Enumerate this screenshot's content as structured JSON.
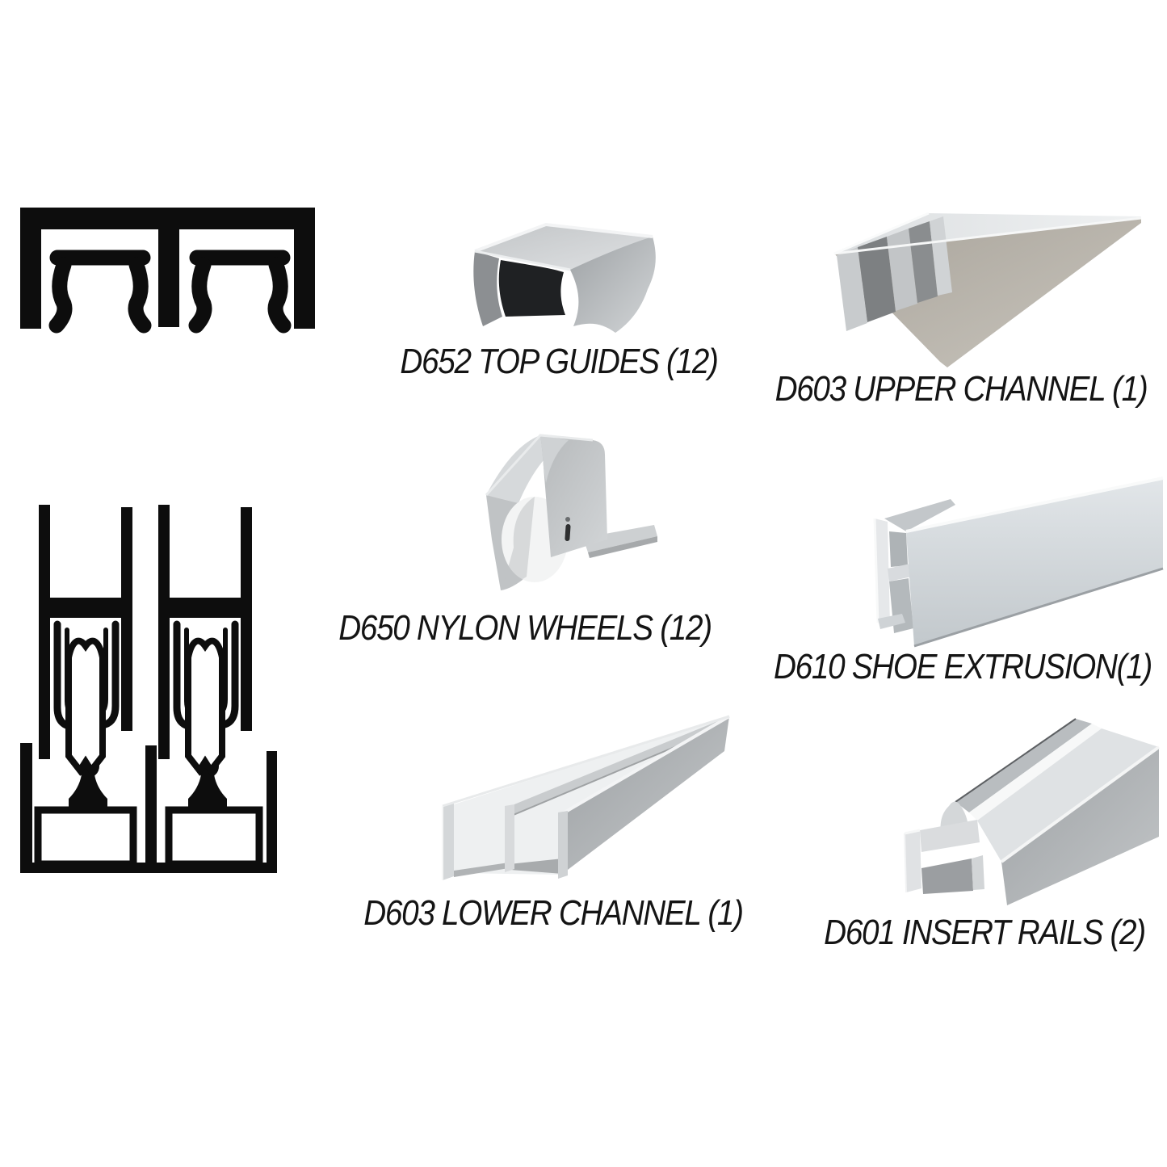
{
  "figure": {
    "title": "Sliding door track hardware parts kit",
    "background_color": "#ffffff",
    "label_text_color": "#141414",
    "diagram_ink_color": "#0d0d0d",
    "aluminum_light": "#e8eaec",
    "aluminum_mid": "#b4b8bb",
    "aluminum_dark": "#8f9295"
  },
  "parts": [
    {
      "code": "D652",
      "name": "TOP GUIDES",
      "quantity": "12",
      "label": "D652 TOP GUIDES (12)"
    },
    {
      "code": "D603",
      "name": "UPPER CHANNEL",
      "quantity": "1",
      "label": "D603 UPPER CHANNEL (1)"
    },
    {
      "code": "D650",
      "name": "NYLON WHEELS",
      "quantity": "12",
      "label": "D650 NYLON WHEELS (12)"
    },
    {
      "code": "D610",
      "name": "SHOE EXTRUSION",
      "quantity": "1",
      "label": "D610 SHOE EXTRUSION(1)"
    },
    {
      "code": "D603",
      "name": "LOWER CHANNEL",
      "quantity": "1",
      "label": "D603 LOWER CHANNEL (1)"
    },
    {
      "code": "D601",
      "name": "INSERT RAILS",
      "quantity": "2",
      "label": "D601 INSERT RAILS (2)"
    }
  ],
  "diagrams": [
    {
      "name": "upper-channel-cross-section",
      "description": "black cross-section of upper channel with two top guides"
    },
    {
      "name": "roller-assembly-cross-section",
      "description": "black cross-section of shoe extrusions, nylon wheels, lower channel and insert rails"
    }
  ]
}
